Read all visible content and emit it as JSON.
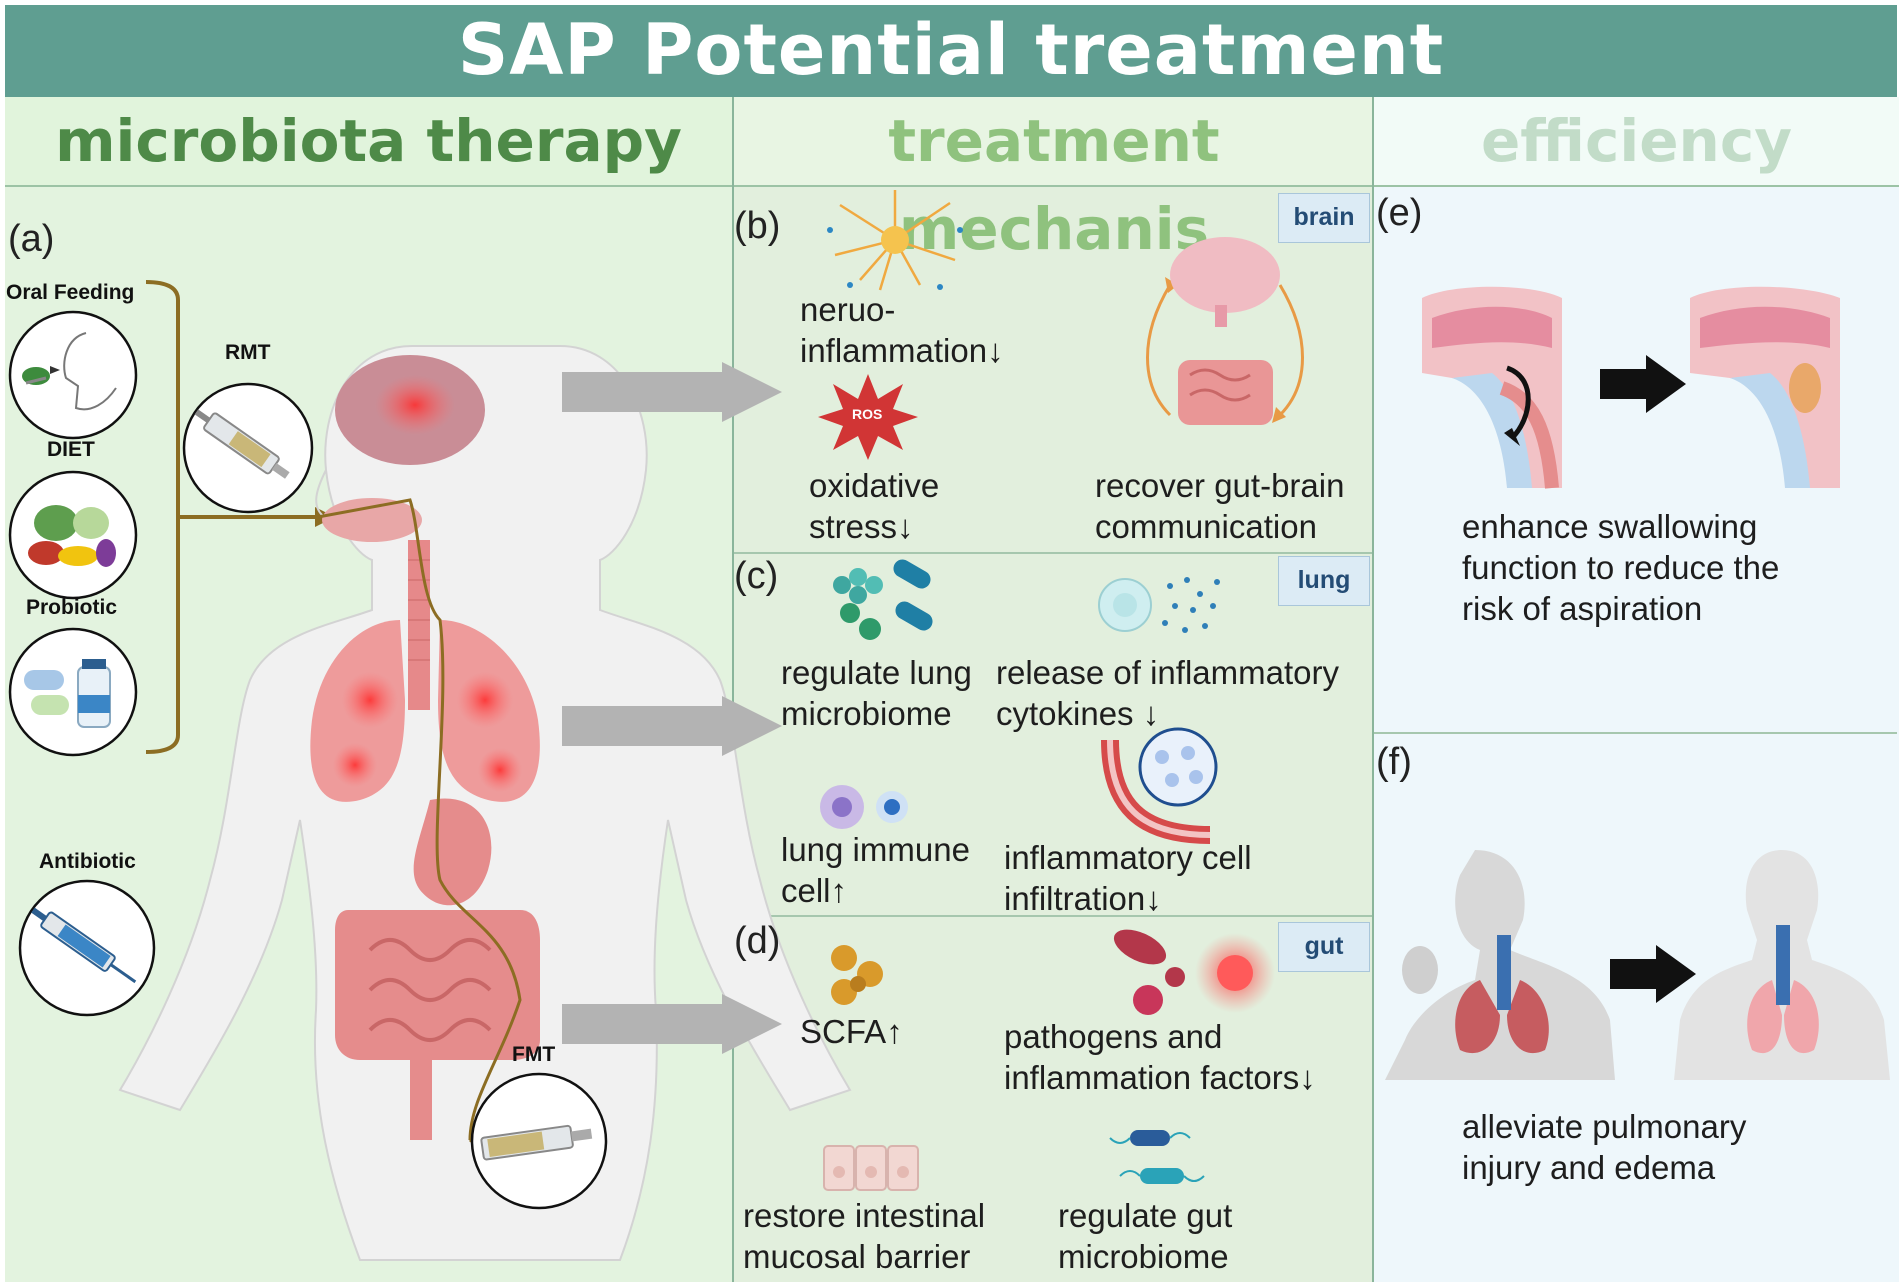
{
  "title": "SAP Potential treatment",
  "columns": {
    "a": "microbiota therapy",
    "b": "treatment mechanis",
    "c": "efficiency"
  },
  "panel_a": {
    "label": "(a)",
    "oral_feeding": "Oral Feeding",
    "diet": "DIET",
    "probiotic": "Probiotic",
    "rmt": "RMT",
    "antibiotic": "Antibiotic",
    "fmt": "FMT"
  },
  "panel_b": {
    "label": "(b)",
    "tag": "brain",
    "neuroinflammation": "neruo-\ninflammation↓",
    "ros_badge": "ROS",
    "oxidative": "oxidative\nstress↓",
    "gut_brain": "recover gut-brain\ncommunication"
  },
  "panel_c": {
    "label": "(c)",
    "tag": "lung",
    "microbiome": "regulate lung\nmicrobiome",
    "cytokines": "release of inflammatory\ncytokines ↓",
    "immune": "lung immune\ncell↑",
    "infiltration": "inflammatory cell\ninfiltration↓"
  },
  "panel_d": {
    "label": "(d)",
    "tag": "gut",
    "scfa": "SCFA↑",
    "pathogens": "pathogens and\ninflammation factors↓",
    "barrier": "restore intestinal\nmucosal barrier",
    "gut_microbiome": "regulate gut\nmicrobiome"
  },
  "panel_e": {
    "label": "(e)",
    "text": "enhance swallowing\nfunction to reduce the\nrisk of aspiration"
  },
  "panel_f": {
    "label": "(f)",
    "text": "alleviate pulmonary\ninjury and edema"
  },
  "colors": {
    "title_bg": "#5f9e91",
    "col_a_bg": "#e3f3df",
    "col_b_bg": "#e2efdd",
    "col_c_bg": "#eef7fb",
    "organ_pink": "#e58c8c",
    "arrow_gray": "#b3b3b3",
    "bracket": "#8c6d23"
  }
}
